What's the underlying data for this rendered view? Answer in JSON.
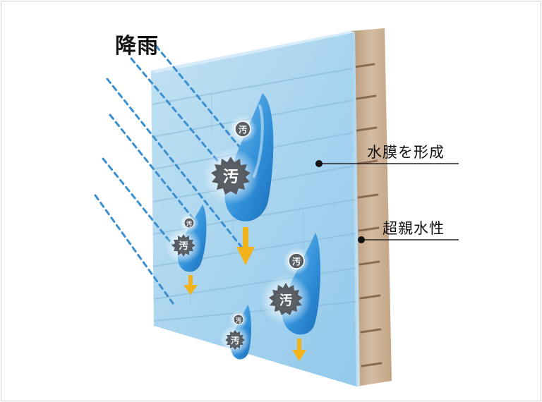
{
  "title": "降雨",
  "dirt_label": "汚",
  "callouts": {
    "water_film": "水膜を形成",
    "super_hydrophilic": "超親水性"
  },
  "colors": {
    "rain": "#3b8fcf",
    "wall_glass": "#9fd0ec",
    "drop": "#2e8fd6",
    "arrow": "#f2b21b",
    "substrate": "#c7a98a",
    "callout_line": "#222222"
  }
}
